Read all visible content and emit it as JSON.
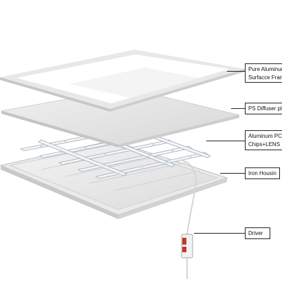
{
  "labels": {
    "frame_line1": "Pure Aluminum",
    "frame_line2": "Surfacce Fram",
    "diffuser": "PS Diffuser pl",
    "pcb_line1": "Aluminum PC",
    "pcb_line2": "Chips+LENS",
    "housing": "Iron Housin",
    "driver": "Driver"
  },
  "colors": {
    "frame": "#d9d9d9",
    "diffuser": "#e3e3e3",
    "pcb": "#f4f6f8",
    "housing": "#e6e6e6",
    "driver_accent": "#c0392b",
    "line": "#222222"
  }
}
